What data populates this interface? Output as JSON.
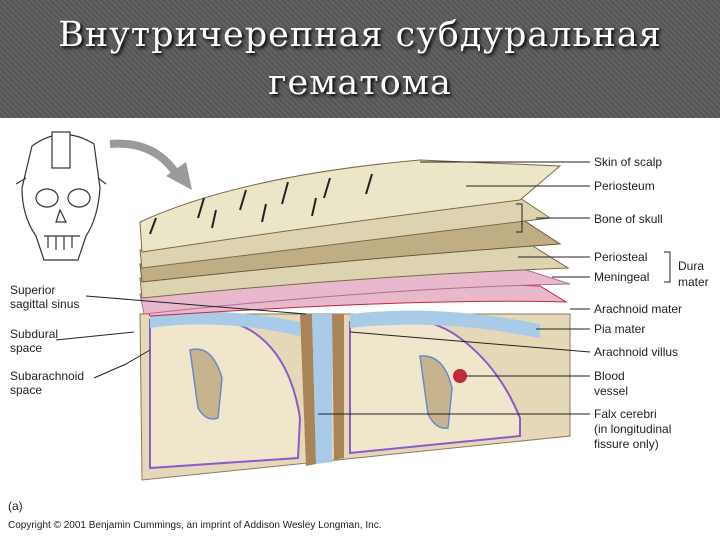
{
  "title": {
    "line1": "Внутричерепная субдуральная",
    "line2": "гематома"
  },
  "labels": {
    "skin_of_scalp": "Skin of scalp",
    "periosteum": "Periosteum",
    "bone_of_skull": "Bone of skull",
    "periosteal": "Periosteal",
    "meningeal": "Meningeal",
    "dura_line1": "Dura",
    "dura_line2": "mater",
    "arachnoid_mater": "Arachnoid mater",
    "pia_mater": "Pia mater",
    "arachnoid_villus": "Arachnoid villus",
    "blood_vessel_line1": "Blood",
    "blood_vessel_line2": "vessel",
    "falx_line1": "Falx cerebri",
    "falx_line2": "(in longitudinal",
    "falx_line3": "fissure only)",
    "superior_line1": "Superior",
    "superior_line2": "sagittal sinus",
    "subdural_line1": "Subdural",
    "subdural_line2": "space",
    "subarachnoid_line1": "Subarachnoid",
    "subarachnoid_line2": "space"
  },
  "figure_label": "(a)",
  "copyright": "Copyright © 2001 Benjamin Cummings, an imprint of Addison Wesley Longman, Inc.",
  "colors": {
    "title_bg": "#5a5a5a",
    "scalp": "#ece6c8",
    "bone": "#ddd3b0",
    "dura": "#e8b8cc",
    "csf": "#a9cbe8",
    "brain": "#e4d8b8",
    "pia": "#8a5cc8",
    "falx": "#a88458",
    "vessel": "#c0283c"
  }
}
